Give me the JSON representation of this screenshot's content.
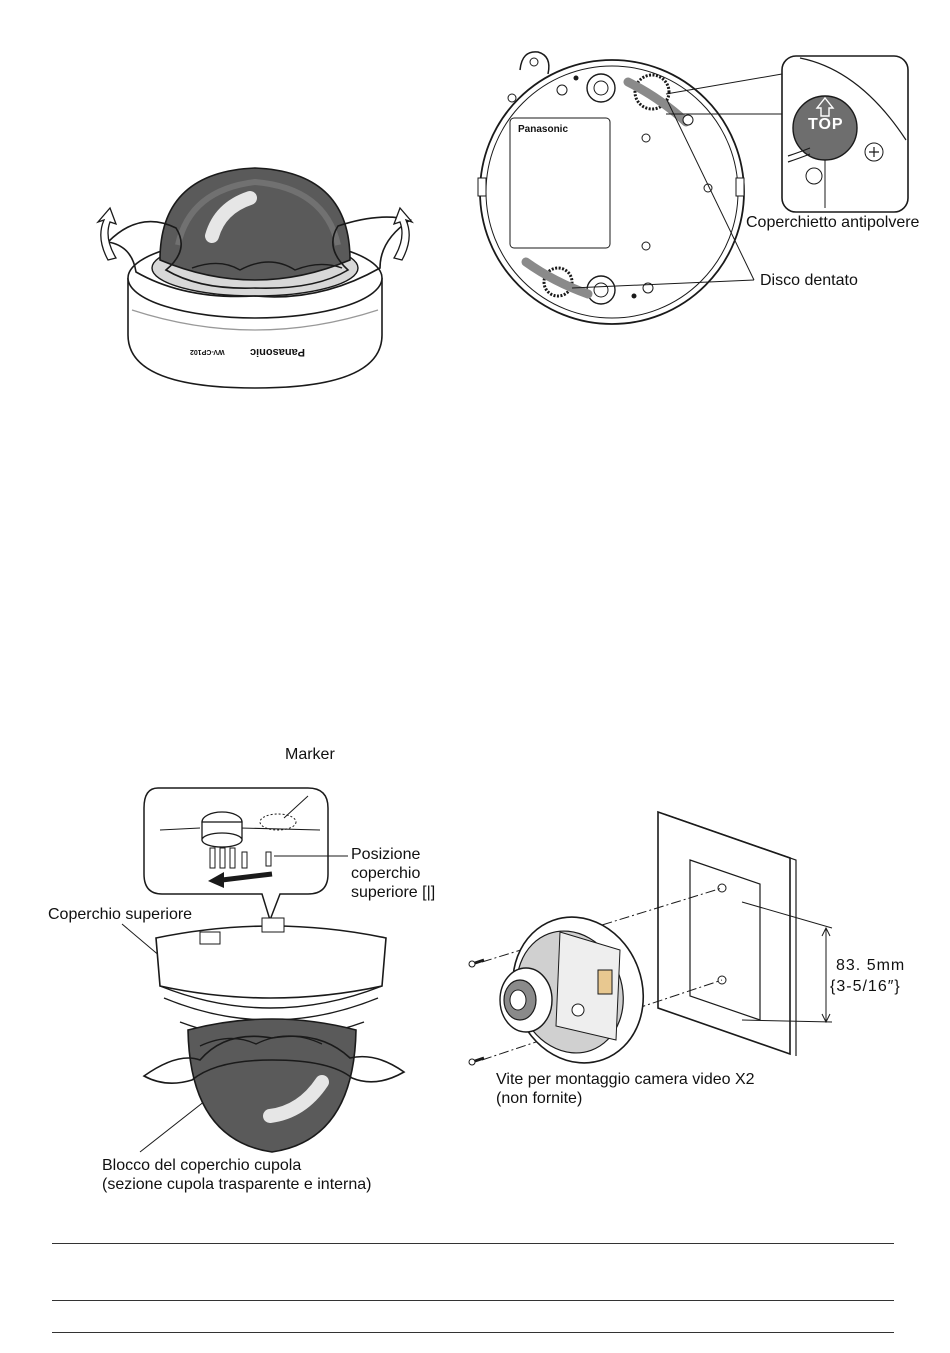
{
  "figure1": {
    "brand": "Panasonic",
    "model": "WV-CP102"
  },
  "figure2": {
    "brand": "Panasonic",
    "top_mark": "TOP",
    "label_dust_cap": "Coperchietto antipolvere",
    "label_gear_disc": "Disco dentato"
  },
  "figure3": {
    "label_marker": "Marker",
    "label_top_cover_position": [
      "Posizione",
      "coperchio",
      "superiore [|]"
    ],
    "label_top_cover": "Coperchio superiore",
    "label_dome_block": [
      "Blocco del coperchio cupola",
      "(sezione cupola trasparente e interna)"
    ]
  },
  "figure4": {
    "dimension_mm": "83. 5mm",
    "dimension_in": "{3-5/16″}",
    "label_screws": [
      "Vite per montaggio camera video X2",
      "(non fornite)"
    ]
  },
  "colors": {
    "line": "#1a1a1a",
    "dome_dark": "#5a5a5a",
    "dome_mid": "#8a8a8a",
    "cap_gray": "#6e6e6e"
  }
}
